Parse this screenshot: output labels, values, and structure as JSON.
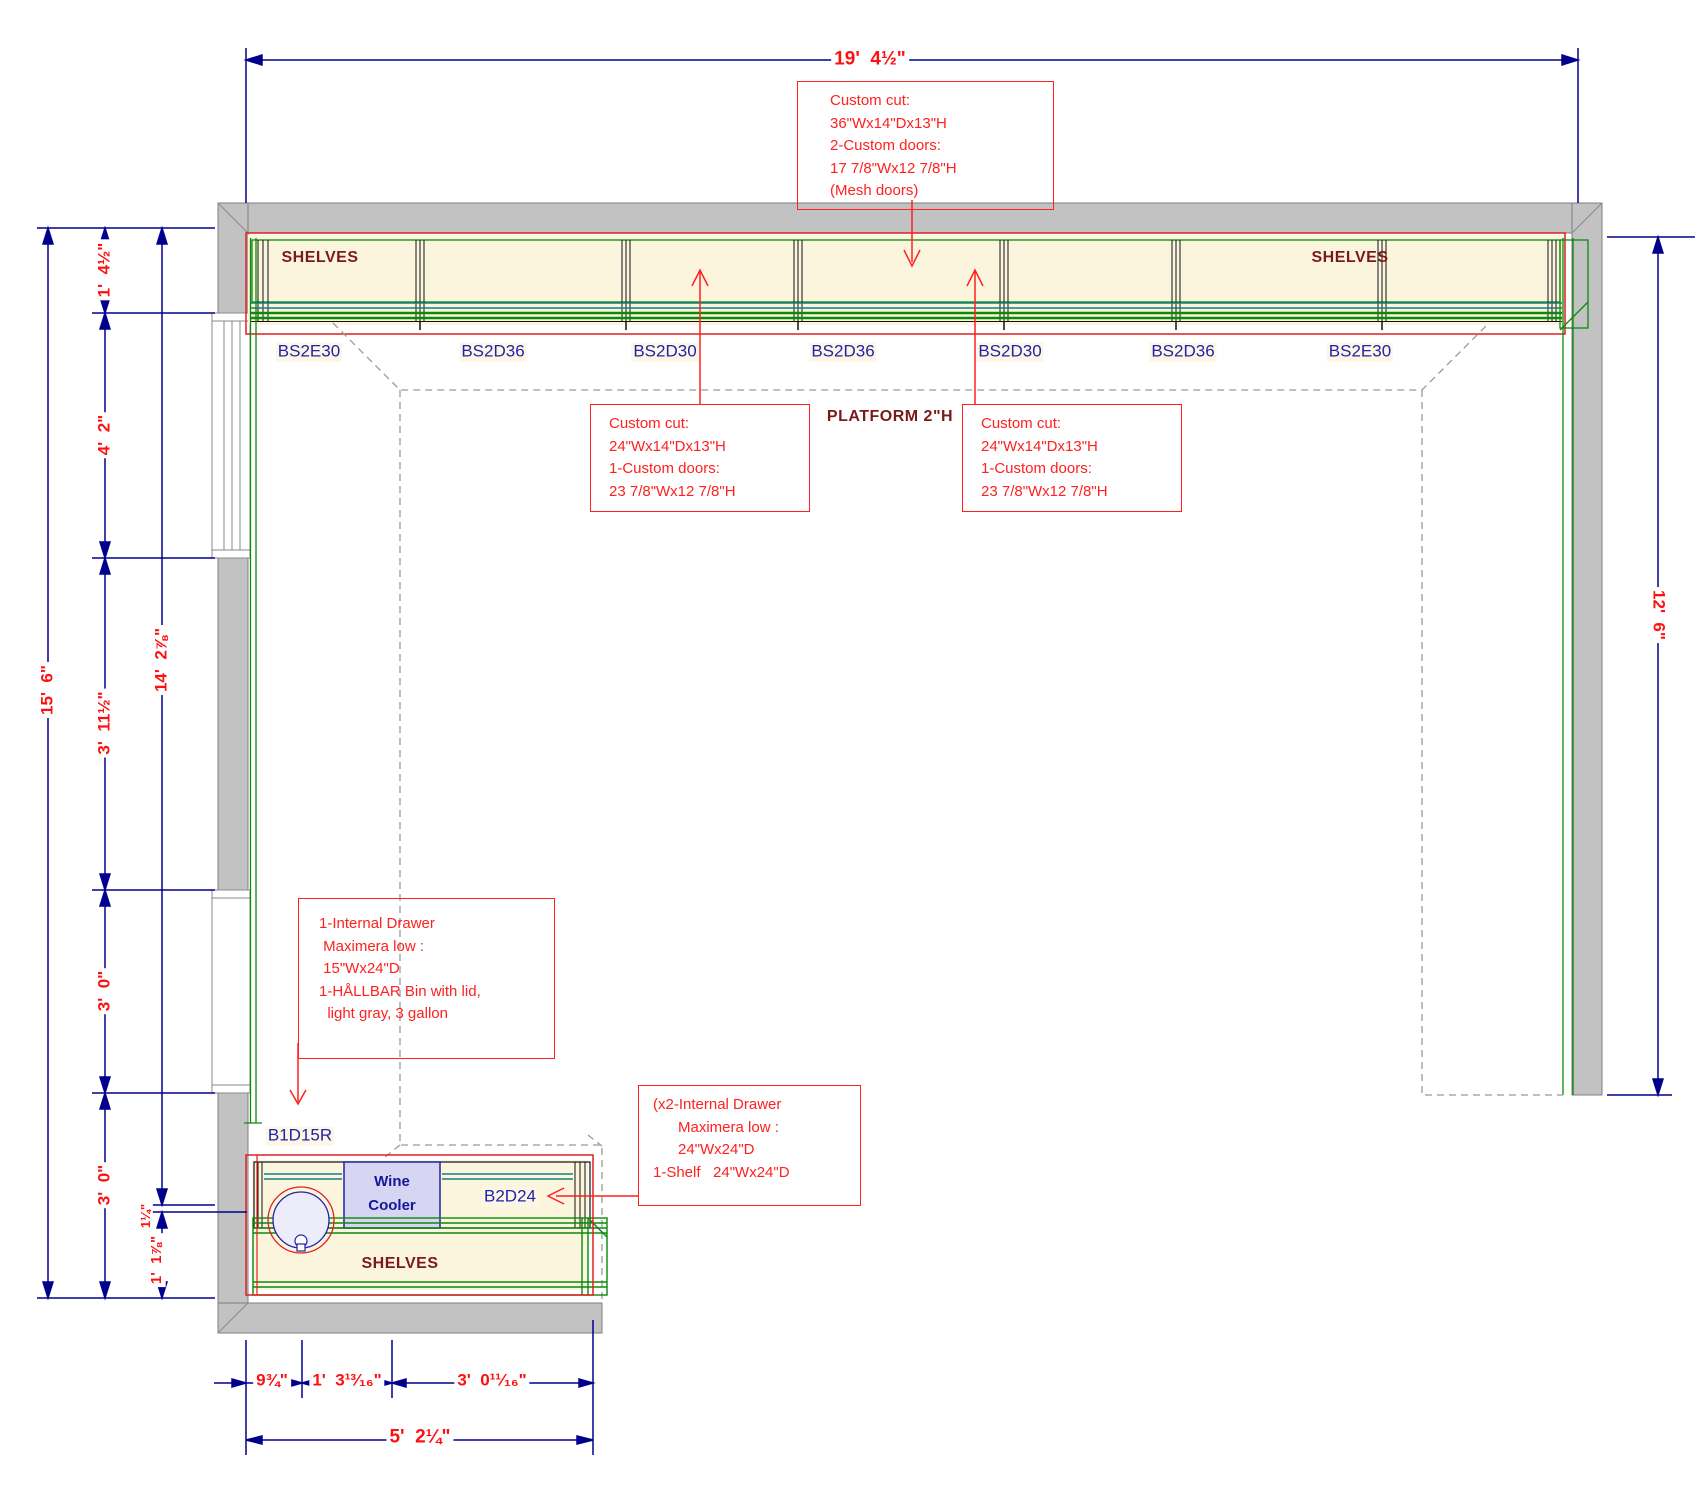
{
  "drawing": {
    "dimensions": {
      "top_width": "19'  4½\"",
      "right_height": "12'  6\"",
      "left_total": "15'  6\"",
      "left_wall_segments": [
        "1'  4½\"",
        "4'  2\"",
        "3'  11½\"",
        "3'  0\"",
        "3'  0\""
      ],
      "left_span": "14'  2⅞\"",
      "left_offset_small": "1¼\"",
      "left_bottom": "1'  1⅞\"",
      "bottom_segments": [
        "9¾\"",
        "1'  3¹³⁄₁₆\"",
        "3'  0¹¹⁄₁₆\""
      ],
      "bottom_total": "5'  2¼\""
    },
    "cabinet_labels": [
      "BS2E30",
      "BS2D36",
      "BS2D30",
      "BS2D36",
      "BS2D30",
      "BS2D36",
      "BS2E30"
    ],
    "labels": {
      "shelves_left": "SHELVES",
      "shelves_right": "SHELVES",
      "shelves_bottom": "SHELVES",
      "platform": "PLATFORM 2\"H",
      "wine_cooler": "Wine\nCooler",
      "b1d15r": "B1D15R",
      "b2d24": "B2D24"
    },
    "annotations": {
      "mesh_cut": "Custom cut:\n36\"Wx14\"Dx13\"H\n2-Custom doors:\n17 7/8\"Wx12 7/8\"H\n(Mesh doors)",
      "left_custom_cut": "Custom cut:\n24\"Wx14\"Dx13\"H\n1-Custom doors:\n23 7/8\"Wx12 7/8\"H",
      "right_custom_cut": "Custom cut:\n24\"Wx14\"Dx13\"H\n1-Custom doors:\n23 7/8\"Wx12 7/8\"H",
      "internal_drawer_b1d15r": "1-Internal Drawer\n Maximera low :\n 15\"Wx24\"D\n1-HÅLLBAR Bin with lid,\n  light gray, 3 gallon",
      "internal_drawer_b2d24": "(x2-Internal Drawer\n      Maximera low :\n      24\"Wx24\"D\n1-Shelf   24\"Wx24\"D"
    },
    "colors": {
      "dimension_line": "#00008C",
      "dimension_text": "#FF1010",
      "annotation_red": "#FF2020",
      "cabinet_label_blue": "#2222AA",
      "area_label_maroon": "#7B1A1A",
      "wall_gray": "#C2C2C2",
      "cabinet_cream": "#FCF5DE",
      "line_green": "#0B8A0B",
      "line_teal": "#157F7F",
      "wine_cooler_fill": "#D6D6F2",
      "platform_dash_gray": "#9A9A9A"
    }
  }
}
